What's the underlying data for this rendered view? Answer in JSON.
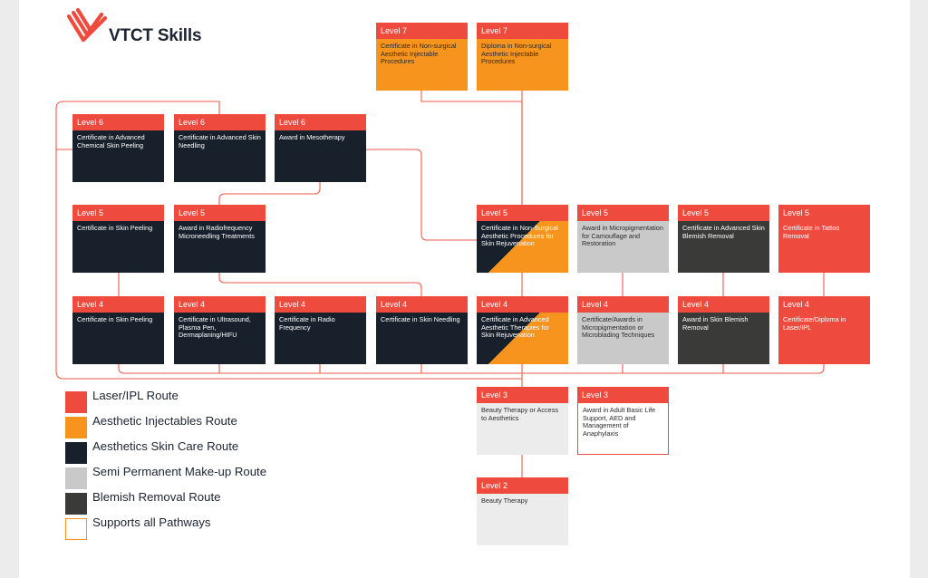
{
  "brand": {
    "name": "VTCT Skills",
    "color": "#ef4a3e"
  },
  "colors": {
    "laser": "#ef4a3e",
    "injectables": "#f7941d",
    "skin_care": "#17202b",
    "smu": "#c9c9c9",
    "blemish": "#3a3a38",
    "support": "#ffffff",
    "connector": "#ee5a4c"
  },
  "boxes": [
    {
      "id": "l7_cert_injectable",
      "level": "Level 7",
      "title": "Certificate in Non-surgical Aesthetic Injectable Procedures",
      "route": "injectables"
    },
    {
      "id": "l7_dip_injectable",
      "level": "Level 7",
      "title": "Diploma in Non-surgical Aesthetic Injectable Procedures",
      "route": "injectables"
    },
    {
      "id": "l6_chem_peel",
      "level": "Level 6",
      "title": "Certificate in Advanced Chemical Skin Peeling",
      "route": "skin_care"
    },
    {
      "id": "l6_skin_needling",
      "level": "Level 6",
      "title": "Certificate in Advanced Skin Needling",
      "route": "skin_care"
    },
    {
      "id": "l6_meso",
      "level": "Level 6",
      "title": "Award in Mesotherapy",
      "route": "skin_care"
    },
    {
      "id": "l5_skin_peel",
      "level": "Level 5",
      "title": "Certificate in Skin Peeling",
      "route": "skin_care"
    },
    {
      "id": "l5_rf_microneedle",
      "level": "Level 5",
      "title": "Award in Radiofrequency Microneedling Treatments",
      "route": "skin_care"
    },
    {
      "id": "l5_rejuv",
      "level": "Level 5",
      "title": "Certificate in Non-Surgical Aesthetic Procedures for Skin Rejuvenation",
      "route": "skin_care+injectables"
    },
    {
      "id": "l5_micropig",
      "level": "Level 5",
      "title": "Award in Micropigmentation for Camouflage and Restoration",
      "route": "smu"
    },
    {
      "id": "l5_blemish",
      "level": "Level 5",
      "title": "Certificate in Advanced Skin Blemish Removal",
      "route": "blemish"
    },
    {
      "id": "l5_tattoo",
      "level": "Level 5",
      "title": "Certificate in Tattoo Removal",
      "route": "laser"
    },
    {
      "id": "l4_skin_peel",
      "level": "Level 4",
      "title": "Certificate in Skin Peeling",
      "route": "skin_care"
    },
    {
      "id": "l4_ultrasound",
      "level": "Level 4",
      "title": "Certificate in Ultrasound, Plasma Pen, Dermaplaning/HIFU",
      "route": "skin_care"
    },
    {
      "id": "l4_rf",
      "level": "Level 4",
      "title": "Certificate in Radio Frequency",
      "route": "skin_care"
    },
    {
      "id": "l4_needling",
      "level": "Level 4",
      "title": "Certificate in Skin Needling",
      "route": "skin_care"
    },
    {
      "id": "l4_adv_therapies",
      "level": "Level 4",
      "title": "Certificate in Advanced Aesthetic Therapies for Skin Rejuvenation",
      "route": "skin_care+injectables"
    },
    {
      "id": "l4_micropig",
      "level": "Level 4",
      "title": "Certificate/Awards in Micropigmentation or Microblading Techniques",
      "route": "smu"
    },
    {
      "id": "l4_blemish",
      "level": "Level 4",
      "title": "Award in Skin Blemish Removal",
      "route": "blemish"
    },
    {
      "id": "l4_laser",
      "level": "Level 4",
      "title": "Certificate/Diploma in Laser/IPL",
      "route": "laser"
    },
    {
      "id": "l3_beauty",
      "level": "Level 3",
      "title": "Beauty Therapy or Access to Aesthetics",
      "route": "base"
    },
    {
      "id": "l3_bls",
      "level": "Level 3",
      "title": "Award in Adult Basic Life Support, AED and Management of Anaphylaxis",
      "route": "support"
    },
    {
      "id": "l2_beauty",
      "level": "Level 2",
      "title": "Beauty Therapy",
      "route": "base"
    }
  ],
  "legend": [
    {
      "label": "Laser/IPL Route",
      "color": "#ef4a3e"
    },
    {
      "label": "Aesthetic Injectables Route",
      "color": "#f7941d"
    },
    {
      "label": "Aesthetics Skin Care Route",
      "color": "#17202b"
    },
    {
      "label": "Semi Permanent Make-up Route",
      "color": "#c9c9c9"
    },
    {
      "label": "Blemish Removal Route",
      "color": "#3a3a38"
    },
    {
      "label": "Supports all Pathways",
      "color": "#ffffff"
    }
  ]
}
